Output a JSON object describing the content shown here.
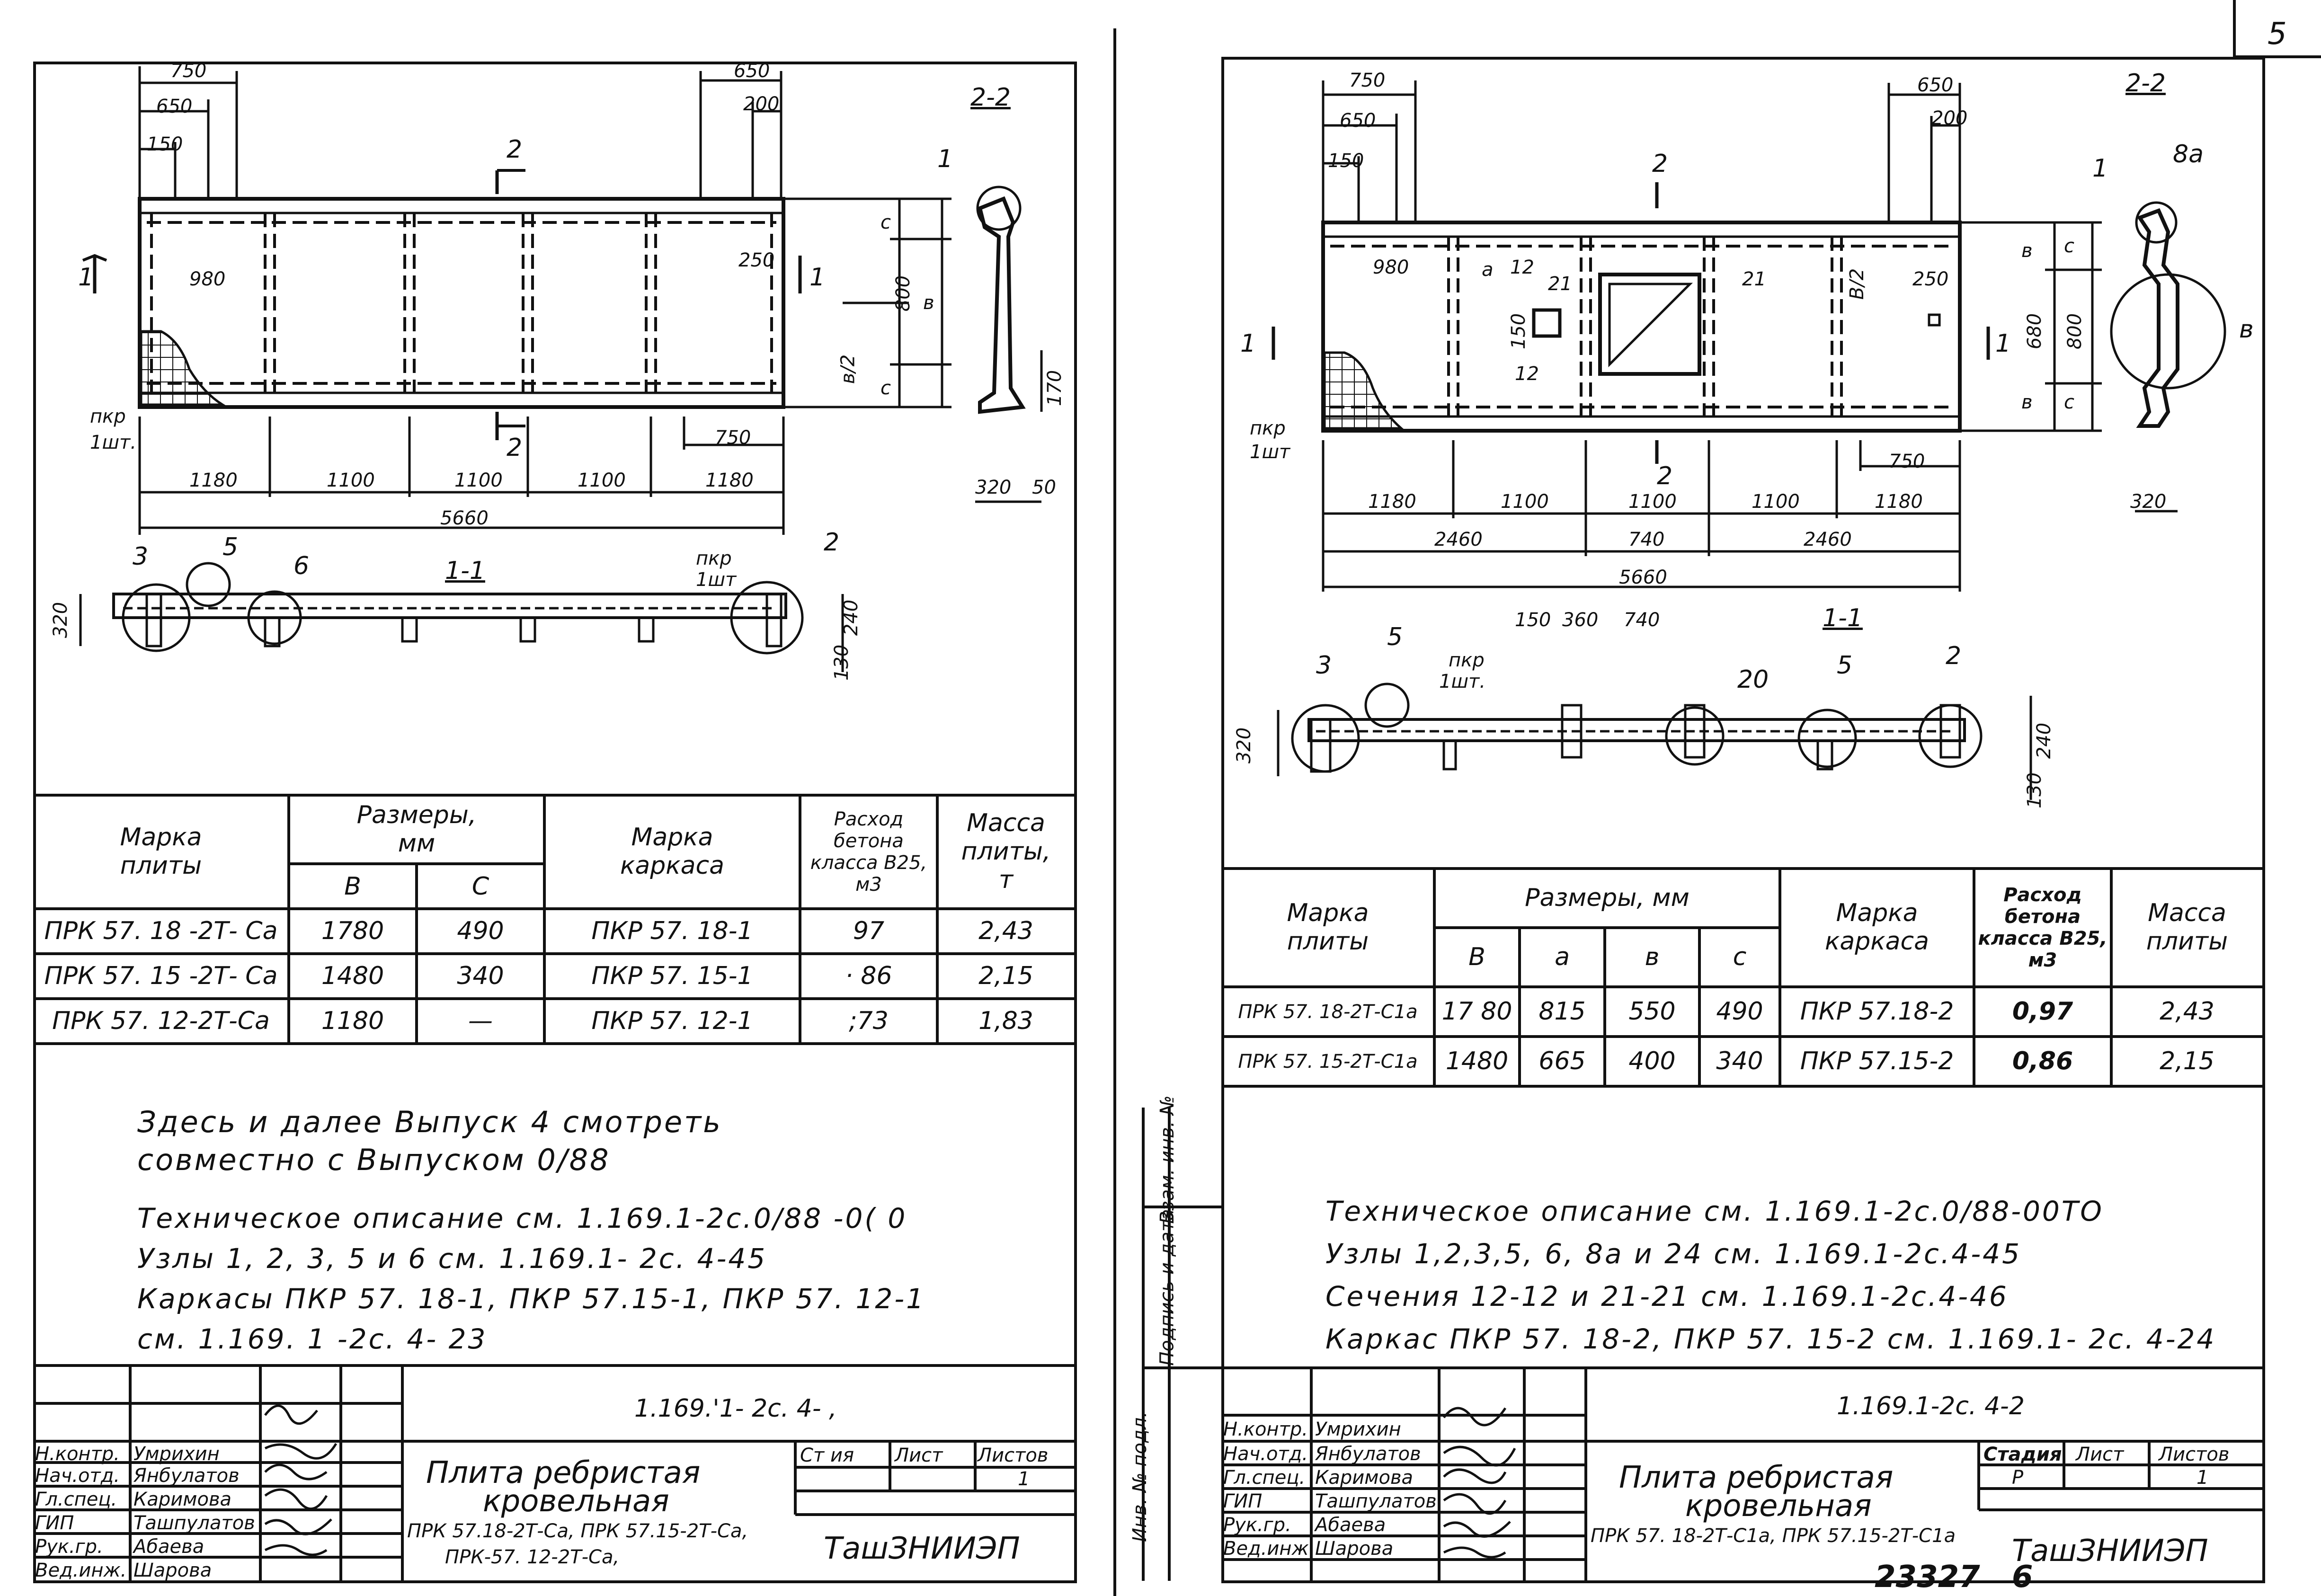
{
  "page_number": "5",
  "bottom_numbers": {
    "archive": "23327",
    "page": "6"
  },
  "left_sheet": {
    "drawing": {
      "section_22": "2-2",
      "section_11": "1-1",
      "cut_mark": "2",
      "cut_1": "1",
      "dims_top": [
        "750",
        "650",
        "150"
      ],
      "dims_top_right": [
        "650",
        "200"
      ],
      "dim_980": "980",
      "dim_250": "250",
      "dim_800": "800",
      "dim_c": "c",
      "dim_b": "в",
      "dim_b2": "в/2",
      "dim_750": "750",
      "dims_bottom": [
        "1180",
        "1100",
        "1100",
        "1100",
        "1180"
      ],
      "dim_total": "5660",
      "pkr": "пкр",
      "pkr_qty": "1шт.",
      "pkr_qty2": "1шт",
      "dims_side": [
        "170",
        "320",
        "50"
      ],
      "section_dims": [
        "320",
        "240",
        "130"
      ],
      "node_labels": [
        "1",
        "2",
        "3",
        "5",
        "6"
      ]
    },
    "table": {
      "headers": {
        "mark": "Марка\nплиты",
        "sizes": "Размеры,\nмм",
        "b": "В",
        "c": "С",
        "frame": "Марка\nкаркаса",
        "concrete": "Расход\nбетона\nкласса В25,\nм3",
        "mass": "Масса\nплиты,\nт"
      },
      "rows": [
        {
          "mark": "ПРК 57. 18 -2Т- Са",
          "b": "1780",
          "c": "490",
          "frame": "ПКР 57. 18-1",
          "concrete": "97",
          "mass": "2,43"
        },
        {
          "mark": "ПРК 57. 15 -2Т- Са",
          "b": "1480",
          "c": "340",
          "frame": "ПКР 57. 15-1",
          "concrete": "· 86",
          "mass": "2,15"
        },
        {
          "mark": "ПРК 57. 12-2Т-Са",
          "b": "1180",
          "c": "—",
          "frame": "ПКР 57. 12-1",
          "concrete": ";73",
          "mass": "1,83"
        }
      ]
    },
    "notes": [
      "Здесь и далее  Выпуск 4 смотреть",
      "совместно  с Выпуском  0/88",
      "Техническое  описание  см. 1.169.1-2с.0/88 -0( 0",
      "Узлы 1, 2, 3, 5 и 6  см. 1.169.1- 2с. 4-45",
      "Каркасы ПКР 57. 18-1, ПКР 57.15-1, ПКР 57. 12-1",
      "см. 1.169. 1 -2с. 4- 23"
    ],
    "stamp": {
      "code": "1.169.'1- 2с. 4- ,",
      "roles": [
        "Н.контр.",
        "Нач.отд.",
        "Гл.спец.",
        "ГИП",
        "Рук.гр.",
        "Вед.инж."
      ],
      "names": [
        "Умрихин",
        "Янбулатов",
        "Каримова",
        "Ташпулатов",
        "Абаева",
        "Шарова"
      ],
      "title": [
        "Плита  ребристая",
        "кровельная"
      ],
      "subtitle": [
        "ПРК 57.18-2Т-Са, ПРК 57.15-2Т-Са,",
        "ПРК-57. 12-2Т-Са,"
      ],
      "stage_h": "Ст  ия",
      "sheet_h": "Лист",
      "sheets_h": "Листов",
      "sheets_v": "1",
      "org": "ТашЗНИИЭП"
    }
  },
  "right_sheet": {
    "drawing": {
      "section_22": "2-2",
      "section_11": "1-1",
      "cut_mark": "2",
      "cut_1": "1",
      "dims_top": [
        "750",
        "650",
        "150"
      ],
      "dims_top_right": [
        "650",
        "200"
      ],
      "dim_980": "980",
      "dim_a": "а",
      "dims_12": [
        "12",
        "21",
        "150",
        "12"
      ],
      "dim_21": "21",
      "dim_b2": "В/2",
      "dim_250": "250",
      "side_dims": [
        "в",
        "680",
        "800",
        "в",
        "с",
        "с",
        "в"
      ],
      "dim_750": "750",
      "dims_bottom": [
        "1180",
        "1100",
        "1100",
        "1100",
        "1180"
      ],
      "dims_mid": [
        "2460",
        "740",
        "2460"
      ],
      "dim_total": "5660",
      "pkr": "пкр",
      "pkr_qty": "1шт",
      "pkr_qty2": "1шт.",
      "dim_320": "320",
      "section_top_dims": [
        "150",
        "360",
        "740"
      ],
      "section_dims": [
        "320",
        "240",
        "130"
      ],
      "node_labels": [
        "1",
        "8а",
        "3",
        "5",
        "20",
        "5",
        "2"
      ]
    },
    "table": {
      "headers": {
        "mark": "Марка\nплиты",
        "sizes": "Размеры,  мм",
        "b": "В",
        "a": "а",
        "bb": "в",
        "c": "с",
        "frame": "Марка\nкаркаса",
        "concrete": "Расход\nбетона\nкласса В25,\nм3",
        "mass": "Масса\nплиты"
      },
      "rows": [
        {
          "mark": "ПРК 57. 18-2Т-С1а",
          "b": "17 80",
          "a": "815",
          "bb": "550",
          "c": "490",
          "frame": "ПКР 57.18-2",
          "concrete": "0,97",
          "mass": "2,43"
        },
        {
          "mark": "ПРК 57. 15-2Т-С1а",
          "b": "1480",
          "a": "665",
          "bb": "400",
          "c": "340",
          "frame": "ПКР 57.15-2",
          "concrete": "0,86",
          "mass": "2,15"
        }
      ]
    },
    "notes": [
      "Техническое  описание  см. 1.169.1-2с.0/88-00ТО",
      "Узлы 1,2,3,5, 6, 8а и 24  см. 1.169.1-2с.4-45",
      "Сечения  12-12 и 21-21  см.  1.169.1-2с.4-46",
      "Каркас  ПКР 57. 18-2, ПКР 57. 15-2 см. 1.169.1- 2с. 4-24"
    ],
    "side_strip": [
      "Инв. № подл.",
      "Подпись и дата",
      "Взам. инв. №"
    ],
    "stamp": {
      "code": "1.169.1-2с. 4-2",
      "roles": [
        "Н.контр.",
        "Нач.отд.",
        "Гл.спец.",
        "ГИП",
        "Рук.гр.",
        "Вед.инж."
      ],
      "names": [
        "Умрихин",
        "Янбулатов",
        "Каримова",
        "Ташпулатов",
        "Абаева",
        "Шарова"
      ],
      "title": [
        "Плита  ребристая",
        "кровельная"
      ],
      "subtitle": [
        "ПРК 57. 18-2Т-С1а, ПРК 57.15-2Т-С1а"
      ],
      "stage_h": "Стадия",
      "sheet_h": "Лист",
      "sheets_h": "Листов",
      "stage_v": "Р",
      "sheets_v": "1",
      "org": "ТашЗНИИЭП"
    }
  }
}
